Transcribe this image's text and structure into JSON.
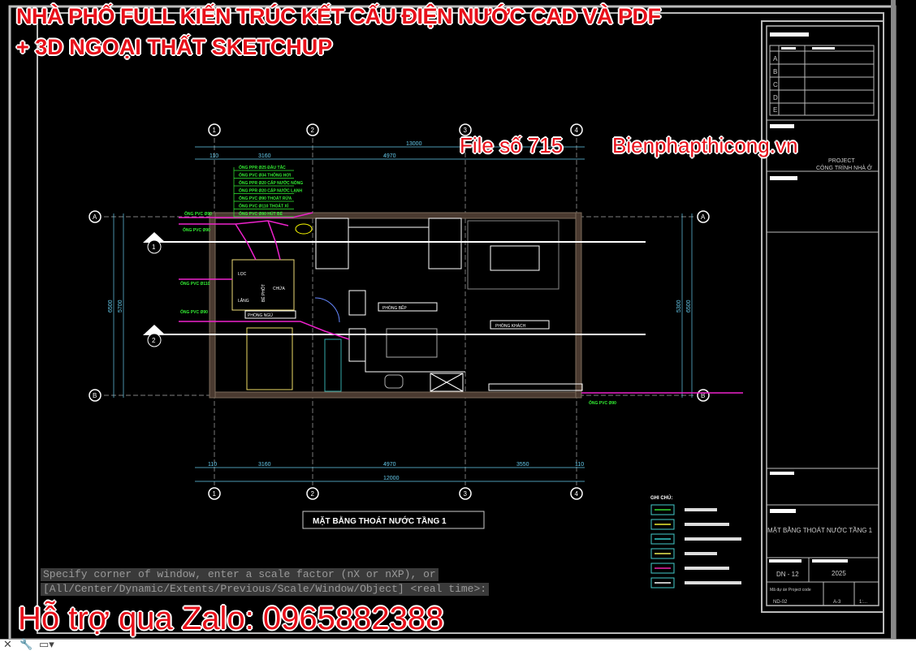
{
  "overlay": {
    "title_line1": "NHÀ PHỐ FULL KIẾN TRÚC KẾT CẤU ĐIỆN NƯỚC CAD VÀ PDF",
    "title_line2": "+ 3D NGOẠI THẤT SKETCHUP",
    "file_number": "File số 715",
    "website": "Bienphapthicong.vn",
    "support": "Hỗ trợ qua Zalo: 0965882388"
  },
  "drawing": {
    "title": "MẶT BẰNG THOÁT NƯỚC TẦNG 1",
    "grid_columns": [
      "1",
      "2",
      "3",
      "4"
    ],
    "grid_rows": [
      "A",
      "B"
    ],
    "section_marks": [
      "1",
      "2"
    ],
    "dim_total": "13000",
    "dim_total_bottom": "12000",
    "dims_top": [
      "110",
      "3160",
      "4970"
    ],
    "dims_bottom": [
      "110",
      "3160",
      "4970",
      "3550",
      "110"
    ],
    "dims_left": [
      "6500",
      "5700"
    ],
    "dims_right": [
      "5300",
      "6500"
    ],
    "pipe_labels": [
      "ỐNG PVC Ø90",
      "ỐNG PVC Ø90",
      "ỐNG PVC Ø110",
      "ỐNG PVC Ø90",
      "ỐNG PVC Ø90"
    ],
    "pipe_notes": [
      "ỐNG PPR Ø25 ĐẦU TẮC",
      "ỐNG PVC Ø34 THÔNG HƠI",
      "ỐNG PPR Ø20 CẤP NƯỚC NÓNG",
      "ỐNG PPR Ø20 CẤP NƯỚC LẠNH",
      "ỐNG PVC Ø90 THOÁT RỬA",
      "ỐNG PVC Ø110 THOÁT XÍ",
      "ỐNG PVC Ø90 HÚT BỂ"
    ],
    "rooms": [
      "PHÒNG BẾP",
      "PHÒNG KHÁCH",
      "LỌC",
      "LẮNG",
      "BỂ PHỐT",
      "CHỨA",
      "PHÒNG NGỦ"
    ],
    "legend_title": "GHI CHÚ:",
    "legend_colors": [
      "#33dd33",
      "#eeee33",
      "#33cccc",
      "#eeee55",
      "#ee22aa",
      "#ffffff"
    ]
  },
  "title_block": {
    "project_label": "PROJECT",
    "project_name": "CÔNG TRÌNH NHÀ Ở",
    "revision_rows": [
      "A",
      "B",
      "C",
      "D",
      "E"
    ],
    "drawing_name": "MẶT BẰNG THOÁT NƯỚC TẦNG 1",
    "drawing_no": "DN - 12",
    "year": "2025",
    "project_code_label": "Mã dự án Project code",
    "project_code": "ND-02",
    "paper": "A-3",
    "scale": "1:..."
  },
  "command_line": {
    "line1": "Specify corner of window, enter a scale factor (nX or nXP), or",
    "line2": "[All/Center/Dynamic/Extents/Previous/Scale/Window/Object] <real time>:"
  },
  "colors": {
    "background": "#000000",
    "wall": "#6a5a4a",
    "pipe": "#ee22cc",
    "dimension": "#66ccee",
    "note": "#33ee33",
    "overlay": "#e8101a"
  }
}
